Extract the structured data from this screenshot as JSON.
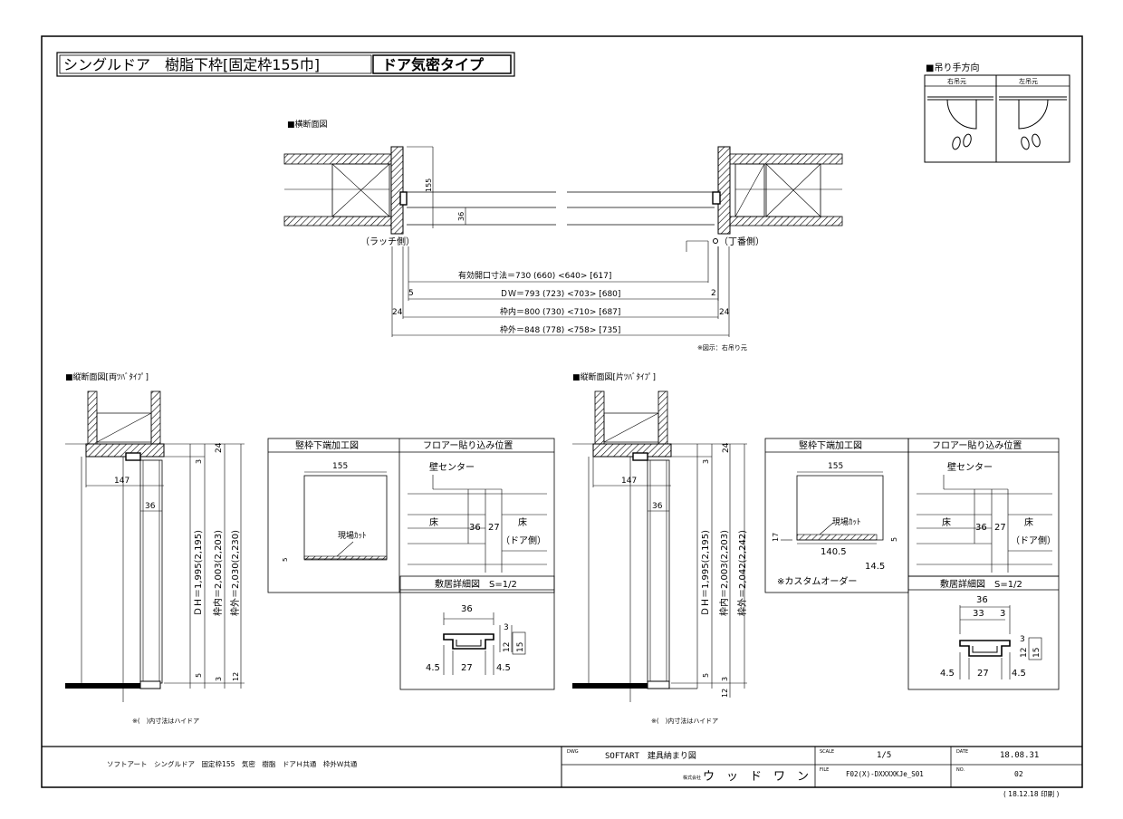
{
  "title": {
    "part1": "シングルドア　樹脂下枠[固定枠155巾]",
    "part2": "ドア気密タイプ"
  },
  "swing": {
    "heading": "■吊り手方向",
    "right": "右吊元",
    "left": "左吊元"
  },
  "horizontal": {
    "heading": "■横断面図",
    "latch_side": "（ラッチ側）",
    "hinge_side": "（丁番側）",
    "dim_155": "155",
    "dim_36": "36",
    "opening": "有効開口寸法＝730 (660) <640> [617]",
    "dw": "ＤＷ＝793 (723) <703> [680]",
    "inner": "枠内＝800 (730) <710> [687]",
    "outer": "枠外＝848 (778) <758> [735]",
    "dim_5": "5",
    "dim_2": "2",
    "dim_24_left": "24",
    "dim_24_right": "24",
    "note": "※図示：右吊り元"
  },
  "vertical_left": {
    "heading": "■縦断面図[両ﾂﾊﾞﾀｲﾌﾟ]",
    "dim_147": "147",
    "dim_36": "36",
    "dim_3_top": "3",
    "dim_24": "24",
    "dh": "ＤＨ＝1,995(2,195)",
    "inner": "枠内＝2,003(2,203)",
    "outer": "枠外＝2,030(2,230)",
    "dim_5": "5",
    "dim_3_bottom": "3",
    "dim_12": "12",
    "note": "※(　)内寸法はハイドア"
  },
  "vertical_right": {
    "heading": "■縦断面図[片ﾂﾊﾞﾀｲﾌﾟ]",
    "dim_147": "147",
    "dim_36": "36",
    "dim_3_top": "3",
    "dim_24": "24",
    "dh": "ＤＨ＝1,995(2,195)",
    "inner": "枠内＝2,003(2,203)",
    "outer": "枠外＝2,042(2,242)",
    "dim_5": "5",
    "dim_3_bottom": "3",
    "dim_12": "12",
    "note": "※(　)内寸法はハイドア"
  },
  "detail_left": {
    "frame_title": "竪枠下端加工図",
    "floor_title": "フロアー貼り込み位置",
    "sill_title": "敷居詳細図　S=1/2",
    "dim_155": "155",
    "cut": "現場ｶｯﾄ",
    "dim_5": "5",
    "wall_center": "壁センター",
    "floor_left": "床",
    "dim_36": "36",
    "dim_27": "27",
    "floor_right": "床",
    "door_side": "（ドア側）",
    "sill_36": "36",
    "sill_3": "3",
    "sill_12": "12",
    "sill_15": "15",
    "sill_45a": "4.5",
    "sill_27": "27",
    "sill_45b": "4.5"
  },
  "detail_right": {
    "frame_title": "竪枠下端加工図",
    "floor_title": "フロアー貼り込み位置",
    "sill_title": "敷居詳細図　S=1/2",
    "dim_155": "155",
    "cut": "現場ｶｯﾄ",
    "dim_17": "17",
    "dim_1405": "140.5",
    "dim_145": "14.5",
    "dim_5": "5",
    "custom": "※カスタムオーダー",
    "wall_center": "壁センター",
    "floor_left": "床",
    "dim_36": "36",
    "dim_27": "27",
    "floor_right": "床",
    "door_side": "（ドア側）",
    "sill_36": "36",
    "sill_33": "33",
    "sill_3a": "3",
    "sill_3b": "3",
    "sill_12": "12",
    "sill_15": "15",
    "sill_45a": "4.5",
    "sill_27": "27",
    "sill_45b": "4.5"
  },
  "titleblock": {
    "description": "ソフトアート　シングルドア　固定枠155　気密　樹脂　ドアＨ共通　枠外Ｗ共通",
    "dwg_label": "DWG",
    "dwg": "SOFTART　建具納まり図",
    "company_label": "株式会社",
    "company": "ウ　ッ　ド　ワ　ン",
    "scale_label": "SCALE",
    "scale": "1/5",
    "file_label": "FILE",
    "file": "F02(X)-DXXXXKJe_S01",
    "date_label": "DATE",
    "date": "18.08.31",
    "no_label": "NO.",
    "no": "02",
    "printed": "( 18.12.18 印刷 )"
  }
}
